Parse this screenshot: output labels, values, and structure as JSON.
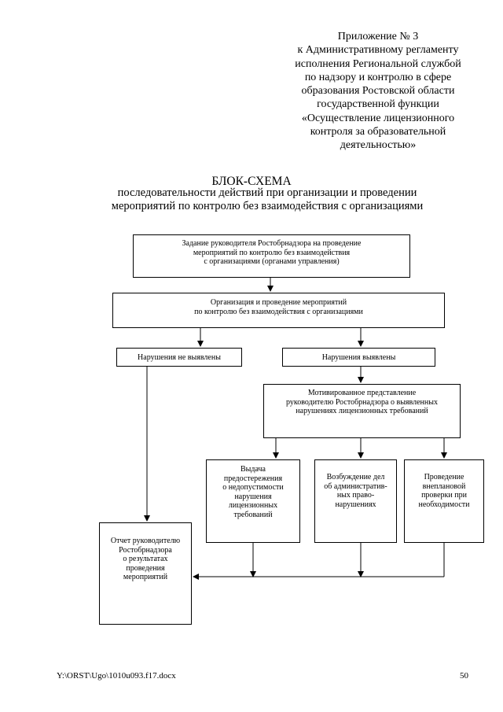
{
  "appendix": {
    "lines": [
      "Приложение № 3",
      "к Административному регламенту",
      "исполнения Региональной службой",
      "по надзору и контролю в сфере",
      "образования Ростовской области",
      "государственной функции",
      "«Осуществление лицензионного",
      "контроля за образовательной",
      "деятельностью»"
    ]
  },
  "heading": {
    "title": "БЛОК-СХЕМА",
    "subtitle_lines": [
      "последовательности действий при организации и проведении",
      "мероприятий по контролю без взаимодействия с организациями"
    ]
  },
  "flowchart": {
    "task": [
      "Задание руководителя Ростобрнадзора на проведение",
      "мероприятий по контролю без взаимодействия",
      "с организациями (органами управления)"
    ],
    "organization": [
      "Организация и проведение мероприятий",
      "по контролю без взаимодействия с организациями"
    ],
    "no_violations": [
      "Нарушения не выявлены"
    ],
    "violations": [
      "Нарушения выявлены"
    ],
    "motivated": [
      "Мотивированное представление",
      "руководителю Ростобрнадзора о выявленных",
      "нарушениях лицензионных требований"
    ],
    "warning": [
      "Выдача",
      "предостережения",
      "о недопустимости",
      "нарушения",
      "лицензионных",
      "требований"
    ],
    "admin_case": [
      "Возбуждение дел",
      "об административ-",
      "ных право-",
      "нарушениях"
    ],
    "inspection": [
      "Проведение",
      "внеплановой",
      "проверки при",
      "необходимости"
    ],
    "report": [
      "Отчет руководителю",
      "Ростобрнадзора",
      "о результатах",
      "проведения",
      "мероприятий"
    ]
  },
  "footer": {
    "path": "Y:\\ORST\\Ugo\\1010u093.f17.docx",
    "page_number": "50"
  }
}
